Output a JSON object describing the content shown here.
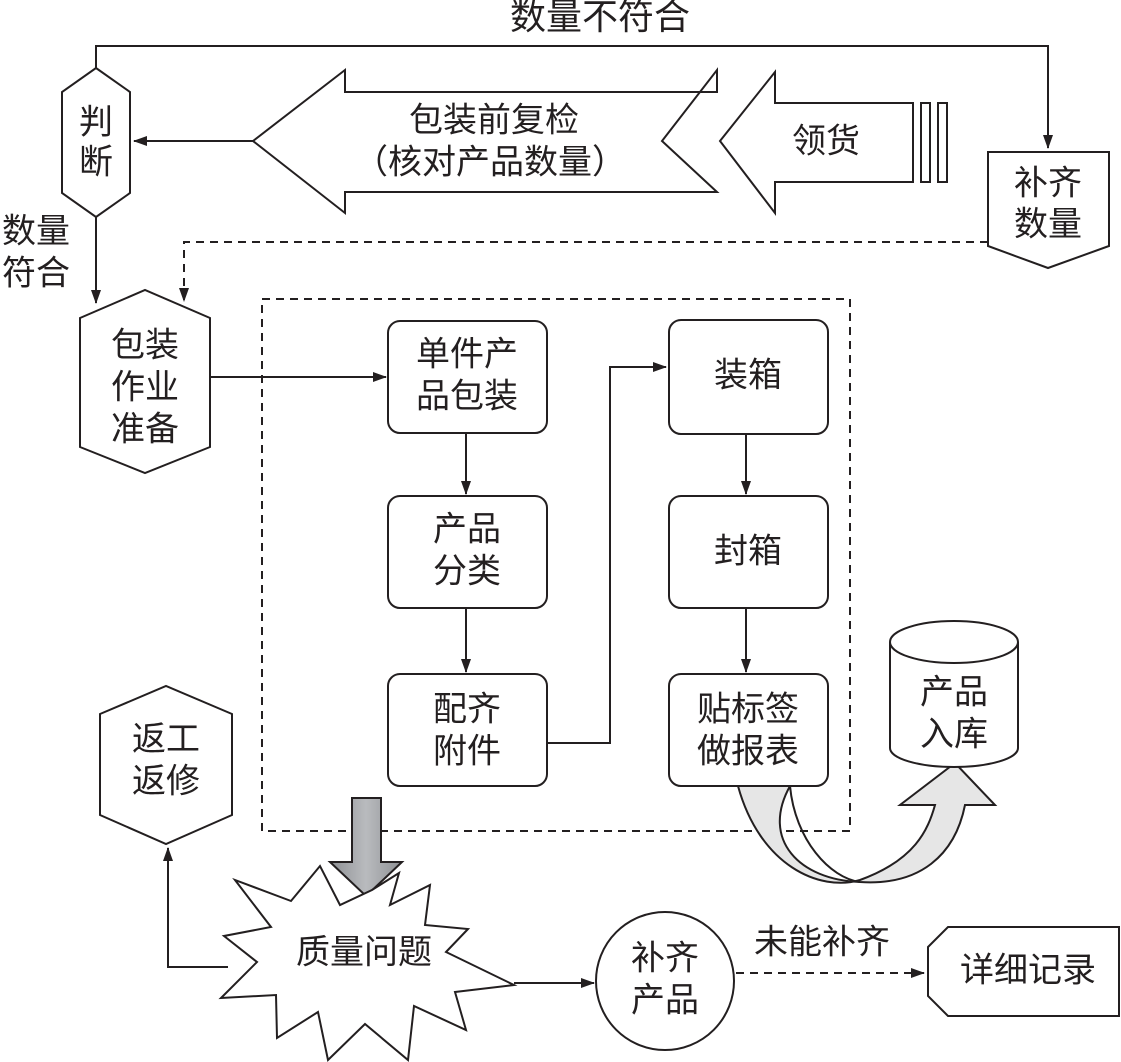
{
  "labels": {
    "quantity_mismatch": "数量不符合",
    "judge_line1": "判",
    "judge_line2": "断",
    "recheck_line1": "包装前复检",
    "recheck_line2": "（核对产品数量）",
    "receive": "领货",
    "replenish_qty_line1": "补齐",
    "replenish_qty_line2": "数量",
    "quantity_match_line1": "数量",
    "quantity_match_line2": "符合",
    "prep_line1": "包装",
    "prep_line2": "作业",
    "prep_line3": "准备",
    "single_pack_line1": "单件产",
    "single_pack_line2": "品包装",
    "classify_line1": "产品",
    "classify_line2": "分类",
    "accessories_line1": "配齐",
    "accessories_line2": "附件",
    "boxing": "装箱",
    "sealing": "封箱",
    "label_report_line1": "贴标签",
    "label_report_line2": "做报表",
    "warehouse_line1": "产品",
    "warehouse_line2": "入库",
    "rework_line1": "返工",
    "rework_line2": "返修",
    "quality_issue": "质量问题",
    "replenish_product_line1": "补齐",
    "replenish_product_line2": "产品",
    "not_replenished": "未能补齐",
    "detail_record": "详细记录"
  }
}
